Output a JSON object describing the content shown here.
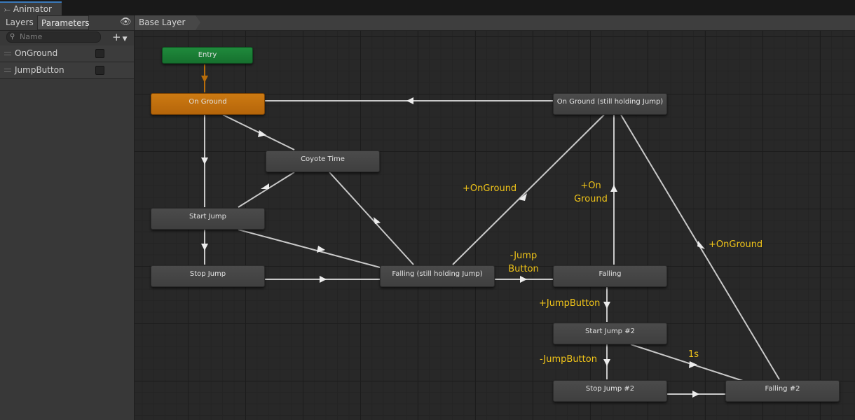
{
  "window": {
    "tab_title": "Animator"
  },
  "left_panel": {
    "tabs": {
      "layers": "Layers",
      "parameters": "Parameters"
    },
    "search_placeholder": "Name",
    "add_symbol": "+",
    "parameters": [
      {
        "name": "OnGround",
        "checked": false
      },
      {
        "name": "JumpButton",
        "checked": false
      }
    ]
  },
  "breadcrumb": {
    "layer": "Base Layer"
  },
  "states": {
    "entry": "Entry",
    "on_ground": "On Ground",
    "coyote_time": "Coyote Time",
    "start_jump": "Start Jump",
    "stop_jump": "Stop Jump",
    "falling_holding": "Falling (still holding Jump)",
    "on_ground_holding": "On Ground (still holding Jump)",
    "falling": "Falling",
    "start_jump_2": "Start Jump #2",
    "stop_jump_2": "Stop Jump #2",
    "falling_2": "Falling #2"
  },
  "transition_labels": {
    "on_ground_1": "+OnGround",
    "on_ground_2_line1": "+On",
    "on_ground_2_line2": "Ground",
    "on_ground_3": "+OnGround",
    "minus_jump_line1": "-Jump",
    "minus_jump_line2": "Button",
    "plus_jump": "+JumpButton",
    "minus_jump_2": "-JumpButton",
    "one_second": "1s"
  },
  "colors": {
    "entry_state": "#1f8a3c",
    "default_state": "#cc7a12",
    "state": "#474747",
    "transition_label": "#f0c419",
    "entry_transition": "#b86d0a"
  }
}
